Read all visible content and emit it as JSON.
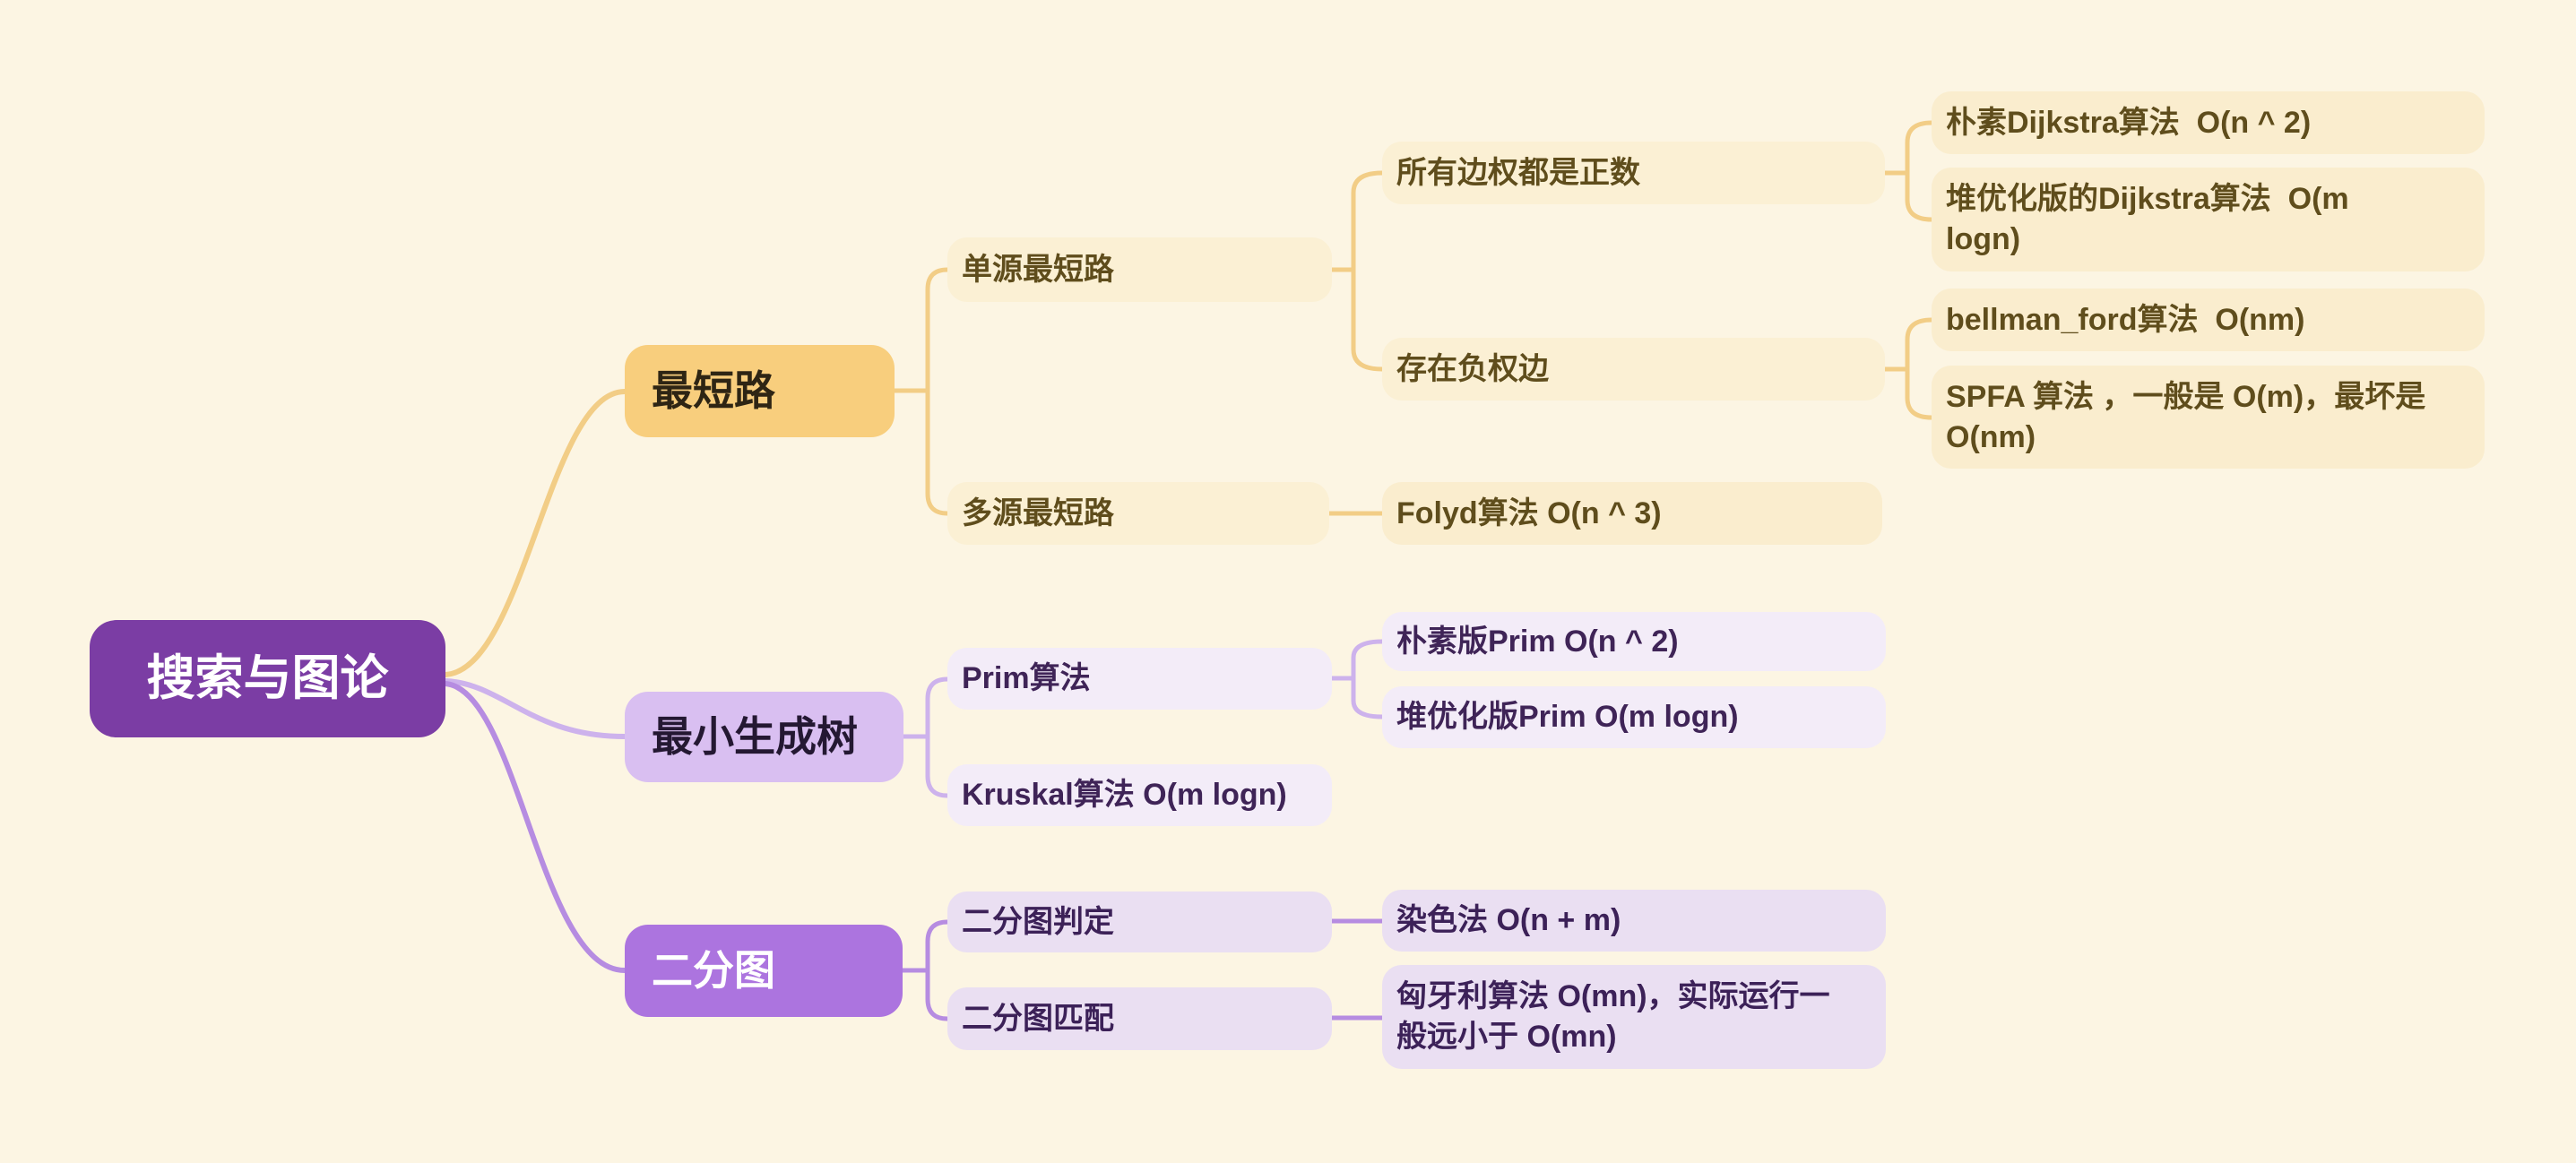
{
  "mindmap": {
    "title": "搜索与图论",
    "colors": {
      "background": "#FCF5E3",
      "root_fill": "#7B3DA4",
      "root_text": "#FFFFFF",
      "shortest_path_fill": "#F8CE7D",
      "shortest_path_line": "#F2CD86",
      "yellow_sub_fill": "#FBF0D4",
      "yellow_leaf_fill": "#FAEDCE",
      "yellow_text": "#5F4D1C",
      "mst_fill": "#D9BFF1",
      "mst_sub_fill": "#F3ECF8",
      "mst_line": "#CDB2EC",
      "mst_text": "#3F2457",
      "bipartite_fill": "#AC74DF",
      "bipartite_sub_fill": "#EADFF2",
      "bipartite_line": "#B68CE1",
      "bipartite_text": "#3C2158"
    },
    "root": {
      "label": "搜索与图论"
    },
    "branches": [
      {
        "label": "最短路",
        "children": [
          {
            "label": "单源最短路",
            "children": [
              {
                "label": "所有边权都是正数",
                "children": [
                  {
                    "label": "朴素Dijkstra算法  O(n ^ 2)"
                  },
                  {
                    "label": "堆优化版的Dijkstra算法  O(m\nlogn)"
                  }
                ]
              },
              {
                "label": "存在负权边",
                "children": [
                  {
                    "label": "bellman_ford算法  O(nm)"
                  },
                  {
                    "label": "SPFA 算法 ，一般是 O(m)，最坏是\nO(nm)"
                  }
                ]
              }
            ]
          },
          {
            "label": "多源最短路",
            "children": [
              {
                "label": "Folyd算法 O(n ^ 3)"
              }
            ]
          }
        ]
      },
      {
        "label": "最小生成树",
        "children": [
          {
            "label": "Prim算法",
            "children": [
              {
                "label": "朴素版Prim O(n ^ 2)"
              },
              {
                "label": "堆优化版Prim O(m logn)"
              }
            ]
          },
          {
            "label": "Kruskal算法 O(m logn)"
          }
        ]
      },
      {
        "label": "二分图",
        "children": [
          {
            "label": "二分图判定",
            "children": [
              {
                "label": "染色法 O(n + m)"
              }
            ]
          },
          {
            "label": "二分图匹配",
            "children": [
              {
                "label": "匈牙利算法 O(mn)，实际运行一\n般远小于 O(mn)"
              }
            ]
          }
        ]
      }
    ]
  }
}
